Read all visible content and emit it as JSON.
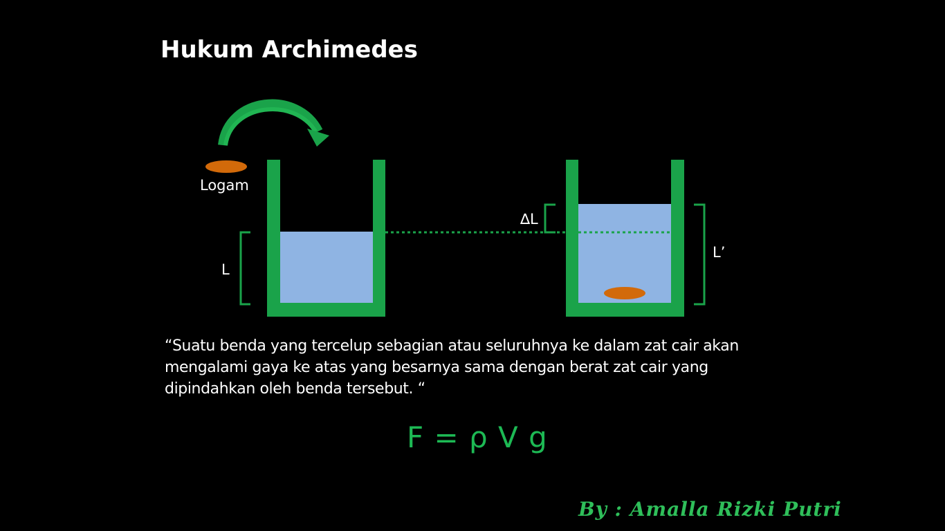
{
  "title": "Hukum Archimedes",
  "labels": {
    "metal": "Logam",
    "initial_level": "L",
    "level_change": "∆L",
    "final_level": "L’"
  },
  "statement": "“Suatu benda yang tercelup sebagian atau seluruhnya ke dalam zat cair akan mengalami gaya ke atas yang besarnya sama dengan berat zat cair yang dipindahkan oleh benda tersebut. “",
  "formula": "F = ρ V g",
  "author": "By : Amalla Rizki Putri",
  "colors": {
    "background": "#000000",
    "container": "#1aa34a",
    "water": "#8fb4e3",
    "metal": "#d26a0a",
    "formula": "#1db954",
    "text": "#ffffff"
  },
  "icons": [
    "curved-arrow-icon"
  ]
}
